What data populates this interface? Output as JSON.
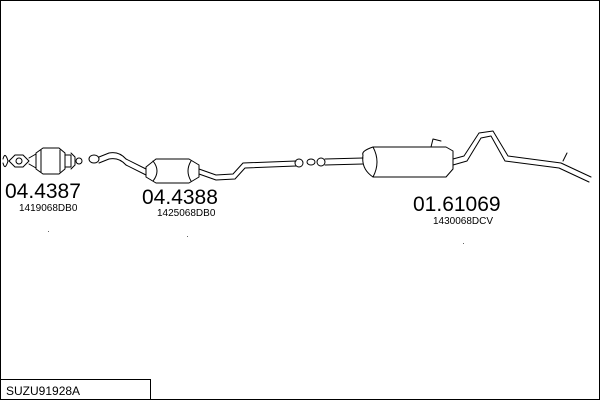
{
  "parts": [
    {
      "number": "04.4387",
      "ref": "1419068DB0"
    },
    {
      "number": "04.4388",
      "ref": "1425068DB0"
    },
    {
      "number": "01.61069",
      "ref": "1430068DCV"
    }
  ],
  "footer": {
    "code": "SUZU91928A"
  },
  "colors": {
    "line": "#000000",
    "background": "#ffffff"
  }
}
